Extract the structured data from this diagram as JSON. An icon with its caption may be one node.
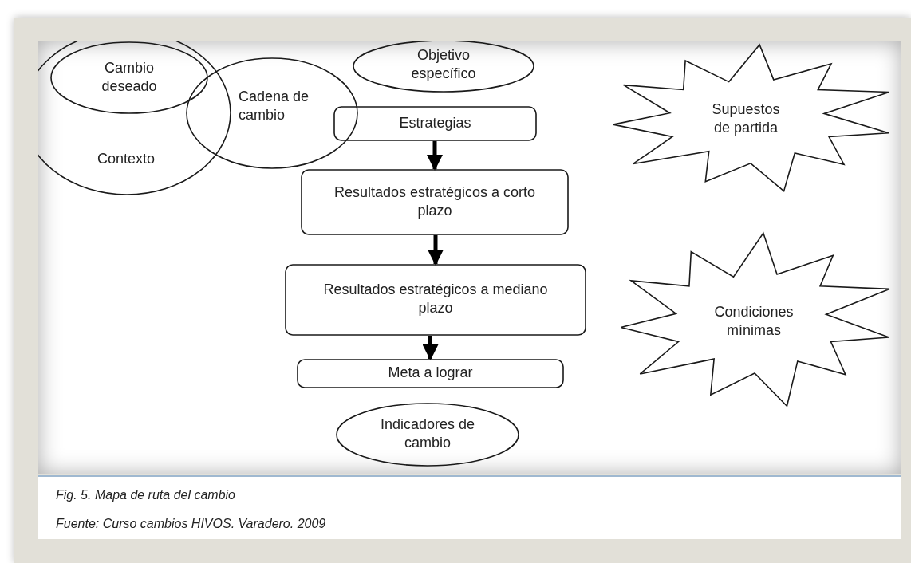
{
  "diagram": {
    "caption": "Fig. 5. Mapa de ruta del cambio",
    "nodes": [
      {
        "text": [
          "Contexto"
        ]
      },
      {
        "text": [
          "Cambio deseado"
        ],
        "in": 0
      },
      {
        "text": [
          "Cadena de cambio"
        ]
      },
      {
        "text": [
          "Objetivo específico"
        ]
      },
      {
        "text": [
          "Estrategias"
        ]
      },
      {
        "text": [
          "Resultados estratégicos a corto plazo"
        ]
      },
      {
        "text": [
          "Resultados estratégicos a mediano plazo"
        ]
      },
      {
        "text": [
          "Meta a lograr"
        ]
      },
      {
        "text": [
          "Indicadores de cambio"
        ]
      },
      {
        "text": [
          "Supuestos de partida"
        ]
      },
      {
        "text": [
          "Condiciones mínimas"
        ]
      }
    ],
    "edges": [
      {
        "from": 4,
        "to": 5,
        "arrow": "to"
      },
      {
        "from": 5,
        "to": 6,
        "arrow": "to"
      },
      {
        "from": 6,
        "to": 7,
        "arrow": "to"
      }
    ],
    "labels": [
      "Fuente: Curso cambios HIVOS. Varadero. 2009"
    ]
  }
}
